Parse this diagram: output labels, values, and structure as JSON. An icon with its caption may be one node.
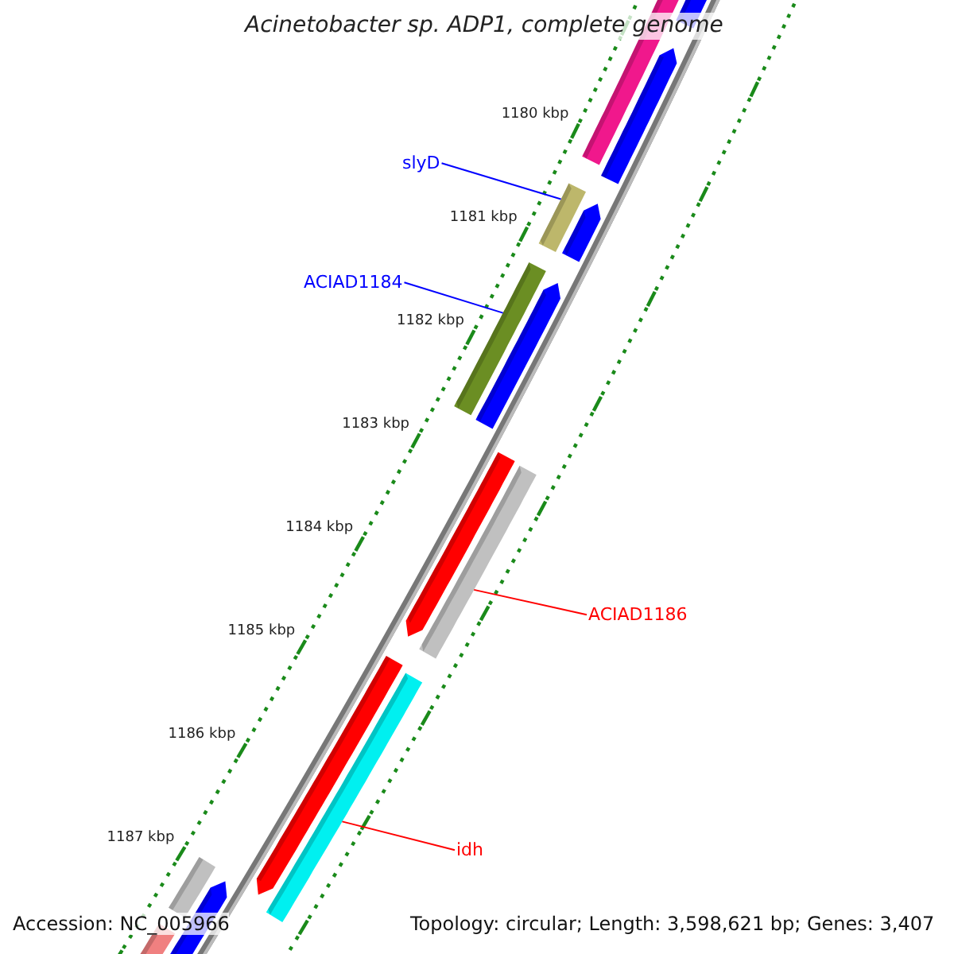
{
  "diagram": {
    "title": "Acinetobacter sp. ADP1, complete genome",
    "nodes": [
      {
        "text": [
          "slyD"
        ]
      },
      {
        "text": [],
        "shape": "bar"
      },
      {
        "text": [
          "ACIAD1184"
        ]
      },
      {
        "text": [],
        "shape": "bar"
      },
      {
        "text": [
          "ACIAD1186"
        ]
      },
      {
        "text": [],
        "shape": "bar"
      },
      {
        "text": [
          "idh"
        ]
      },
      {
        "text": [],
        "shape": "bar"
      }
    ],
    "edges": [
      {
        "from": 0,
        "to": 1,
        "arrow": "none",
        "color": "#0000ff"
      },
      {
        "from": 2,
        "to": 3,
        "arrow": "none",
        "color": "#0000ff"
      },
      {
        "from": 4,
        "to": 5,
        "arrow": "none",
        "color": "#ff0000"
      },
      {
        "from": 6,
        "to": 7,
        "arrow": "none",
        "color": "#ff0000"
      }
    ],
    "labels": [
      "1180 kbp",
      "1181 kbp",
      "1182 kbp",
      "1183 kbp",
      "1184 kbp",
      "1185 kbp",
      "1186 kbp",
      "1187 kbp",
      "Accession: NC_005966",
      "Topology: circular; Length: 3,598,621 bp; Genes: 3,407"
    ]
  }
}
